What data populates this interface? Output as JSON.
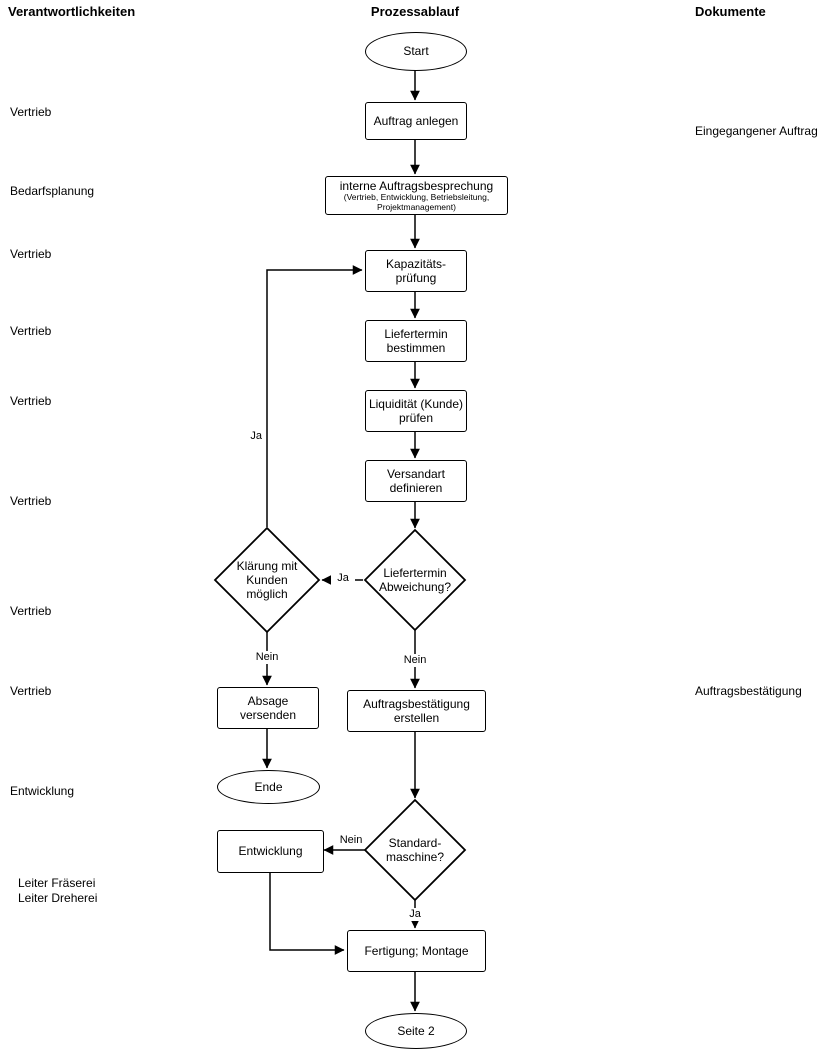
{
  "headers": {
    "responsibilities": "Verantwortlichkeiten",
    "process": "Prozessablauf",
    "documents": "Dokumente"
  },
  "responsibilities": [
    "Vertrieb",
    "Bedarfsplanung",
    "Vertrieb",
    "Vertrieb",
    "Vertrieb",
    "Vertrieb",
    "Vertrieb",
    "Vertrieb",
    "Entwicklung",
    "Leiter Fräserei\nLeiter Dreherei"
  ],
  "documents": [
    "Eingegangener Auftrag",
    "Auftragsbestätigung"
  ],
  "nodes": {
    "start": "Start",
    "create_order": "Auftrag anlegen",
    "meeting_title": "interne Auftragsbesprechung",
    "meeting_participants": "(Vertrieb, Entwicklung, Betriebsleitung,\nProjektmanagement)",
    "capacity_check": "Kapazitäts-\nprüfung",
    "delivery_date": "Liefertermin\nbestimmen",
    "liquidity_check": "Liquidität (Kunde)\nprüfen",
    "shipping_method": "Versandart\ndefinieren",
    "delivery_deviation": "Liefertermin\nAbweichung?",
    "customer_clarification": "Klärung mit\nKunden\nmöglich",
    "send_rejection": "Absage\nversenden",
    "end": "Ende",
    "order_confirmation": "Auftragsbestätigung\nerstellen",
    "standard_machine": "Standard-\nmaschine?",
    "development": "Entwicklung",
    "production": "Fertigung; Montage",
    "page2": "Seite 2"
  },
  "edge_labels": {
    "clarification_to_capacity": "Ja",
    "deviation_to_clarification": "Ja",
    "clarification_no": "Nein",
    "deviation_no": "Nein",
    "standard_no": "Nein",
    "standard_yes": "Ja"
  },
  "colors": {
    "line": "#000000",
    "node_fill": "#ffffff",
    "background": "#ffffff"
  }
}
